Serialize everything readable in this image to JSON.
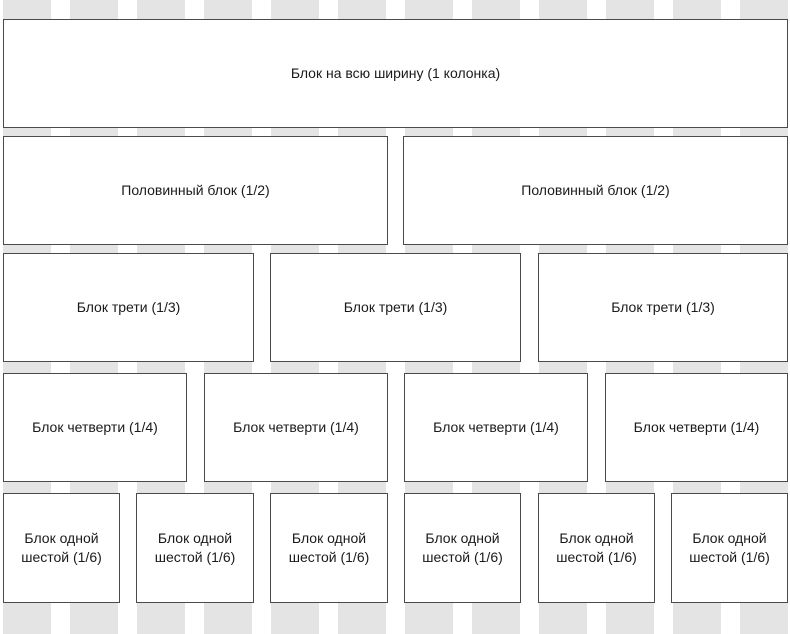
{
  "rows": [
    {
      "name": "full-row",
      "blocks": [
        {
          "label": "Блок на всю ширину (1 колонка)"
        }
      ]
    },
    {
      "name": "half-row",
      "blocks": [
        {
          "label": "Половинный блок (1/2)"
        },
        {
          "label": "Половинный блок (1/2)"
        }
      ]
    },
    {
      "name": "third-row",
      "blocks": [
        {
          "label": "Блок трети (1/3)"
        },
        {
          "label": "Блок трети (1/3)"
        },
        {
          "label": "Блок трети (1/3)"
        }
      ]
    },
    {
      "name": "quarter-row",
      "blocks": [
        {
          "label": "Блок четверти (1/4)"
        },
        {
          "label": "Блок четверти (1/4)"
        },
        {
          "label": "Блок четверти (1/4)"
        },
        {
          "label": "Блок четверти (1/4)"
        }
      ]
    },
    {
      "name": "sixth-row",
      "blocks": [
        {
          "label": "Блок одной\nшестой (1/6)"
        },
        {
          "label": "Блок одной\nшестой (1/6)"
        },
        {
          "label": "Блок одной\nшестой (1/6)"
        },
        {
          "label": "Блок одной\nшестой (1/6)"
        },
        {
          "label": "Блок одной\nшестой (1/6)"
        },
        {
          "label": "Блок одной\nшестой (1/6)"
        }
      ]
    }
  ],
  "colors": {
    "stripe": "#e4e4e4",
    "block_border": "#4a4a4a",
    "block_fill": "#ffffff"
  }
}
